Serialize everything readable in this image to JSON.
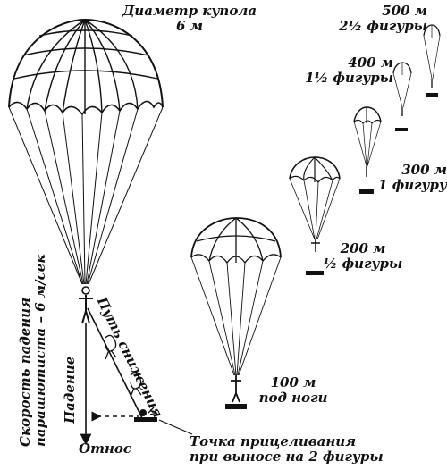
{
  "diameter": {
    "line1": "Диаметр купола",
    "line2": "6 м"
  },
  "altitudes": [
    {
      "height": "500 м",
      "figures": "2½ фигуры"
    },
    {
      "height": "400 м",
      "figures": "1½ фигуры"
    },
    {
      "height": "300 м",
      "figures": "1 фигуру"
    },
    {
      "height": "200 м",
      "figures": "½ фигуры"
    },
    {
      "height": "100 м",
      "figures": "под ноги"
    }
  ],
  "speed": {
    "line1": "Скорость падения",
    "line2": "парашютиста – 6 м/сек"
  },
  "fall": "Падение",
  "descent_path": "Путь снижения",
  "drift": "Относ",
  "aim": {
    "line1": "Точка прицеливания",
    "line2": "при выносе на 2 фигуры"
  }
}
